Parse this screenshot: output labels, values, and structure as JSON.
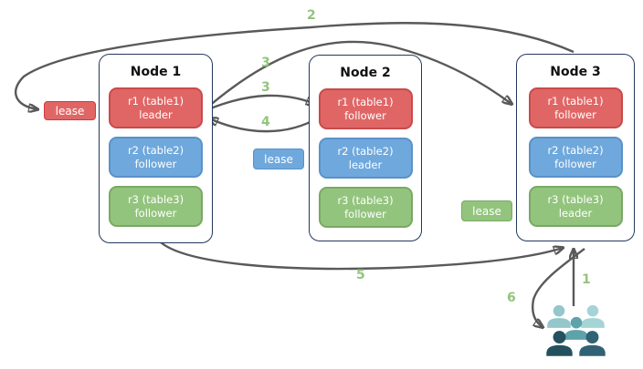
{
  "nodes": [
    {
      "title": "Node 1",
      "replicas": [
        {
          "name": "r1 (table1)",
          "role": "leader",
          "color": "#e06666"
        },
        {
          "name": "r2 (table2)",
          "role": "follower",
          "color": "#6fa8dc"
        },
        {
          "name": "r3 (table3)",
          "role": "follower",
          "color": "#93c47d"
        }
      ]
    },
    {
      "title": "Node 2",
      "replicas": [
        {
          "name": "r1 (table1)",
          "role": "follower",
          "color": "#e06666"
        },
        {
          "name": "r2 (table2)",
          "role": "leader",
          "color": "#6fa8dc"
        },
        {
          "name": "r3 (table3)",
          "role": "follower",
          "color": "#93c47d"
        }
      ]
    },
    {
      "title": "Node 3",
      "replicas": [
        {
          "name": "r1 (table1)",
          "role": "follower",
          "color": "#e06666"
        },
        {
          "name": "r2 (table2)",
          "role": "follower",
          "color": "#6fa8dc"
        },
        {
          "name": "r3 (table3)",
          "role": "leader",
          "color": "#93c47d"
        }
      ]
    }
  ],
  "leases": [
    {
      "label": "lease",
      "replica": "r1",
      "color": "#e06666"
    },
    {
      "label": "lease",
      "replica": "r2",
      "color": "#6fa8dc"
    },
    {
      "label": "lease",
      "replica": "r3",
      "color": "#93c47d"
    }
  ],
  "steps": [
    {
      "label": "1"
    },
    {
      "label": "2"
    },
    {
      "label": "3"
    },
    {
      "label": "3"
    },
    {
      "label": "4"
    },
    {
      "label": "5"
    },
    {
      "label": "6"
    }
  ],
  "colors": {
    "arrow": "#595959",
    "node_border": "#24385c",
    "step_label": "#93c47d",
    "users": [
      "#93c7cc",
      "#a5d4d6",
      "#5ea2aa",
      "#24505f",
      "#306274"
    ]
  },
  "icons": {
    "users_group": "users-group-icon"
  }
}
